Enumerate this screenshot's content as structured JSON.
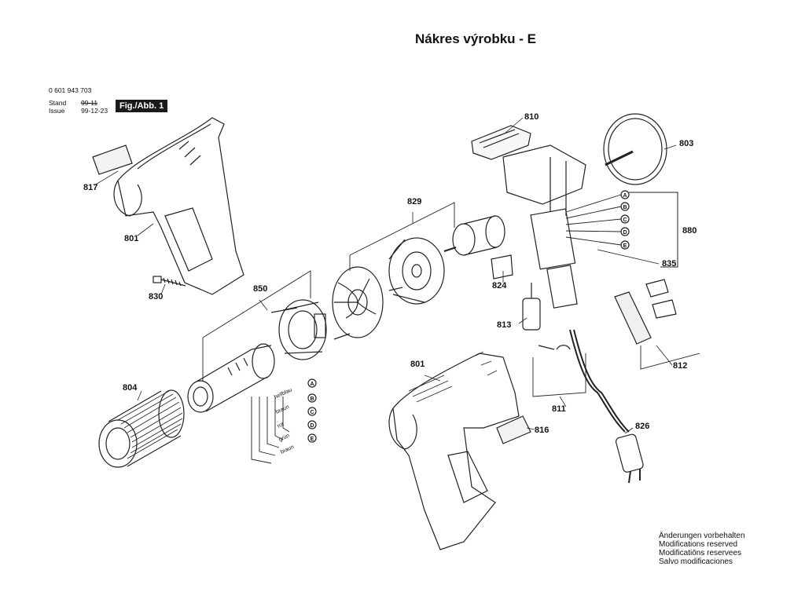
{
  "title": "Nákres výrobku - E",
  "meta": {
    "part_number": "0 601 943 703",
    "stand_label": "Stand",
    "issue_label": "Issue",
    "stand_value": "99-11",
    "issue_value": "99-12-23",
    "figure": "Fig./Abb. 1"
  },
  "parts": {
    "p810": "810",
    "p803": "803",
    "p817": "817",
    "p801_top": "801",
    "p829": "829",
    "p880": "880",
    "p835": "835",
    "p830": "830",
    "p850": "850",
    "p824": "824",
    "p813": "813",
    "p812": "812",
    "p804": "804",
    "p801_bottom": "801",
    "p816": "816",
    "p811": "811",
    "p826": "826"
  },
  "wires": {
    "w1": "hellblau",
    "w2": "braun",
    "w3": "rot",
    "w4": "grün",
    "w5": "braun"
  },
  "terminals": [
    "A",
    "B",
    "C",
    "D",
    "E"
  ],
  "notes": [
    "Änderungen vorbehalten",
    "Modifications reserved",
    "Modificatiōns reservees",
    "Salvo modificaciones"
  ]
}
